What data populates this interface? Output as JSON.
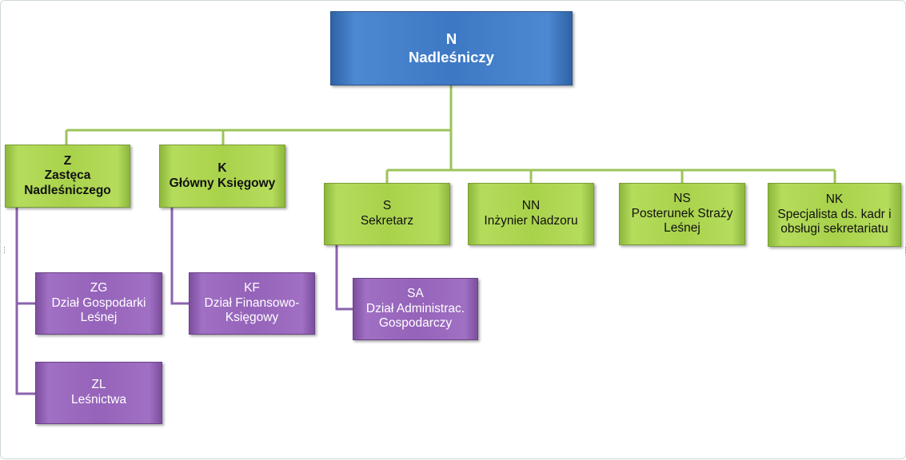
{
  "colors": {
    "connector_green": "#9cc45a",
    "connector_purple": "#8a63ad",
    "box_green": "#a9d24b",
    "box_purple": "#9563b9",
    "box_blue": "#3d78c4"
  },
  "nodes": {
    "N": {
      "code": "N",
      "name": "Nadleśniczy"
    },
    "Z": {
      "code": "Z",
      "name_line1": "Zastęca",
      "name_line2": "Nadleśniczego"
    },
    "K": {
      "code": "K",
      "name": "Główny Księgowy"
    },
    "S": {
      "code": "S",
      "name": "Sekretarz"
    },
    "NN": {
      "code": "NN",
      "name": "Inżynier Nadzoru"
    },
    "NS": {
      "code": "NS",
      "name_line1": "Posterunek Straży",
      "name_line2": "Leśnej"
    },
    "NK": {
      "code": "NK",
      "name_line1": "Specjalista ds. kadr i",
      "name_line2": "obsługi sekretariatu"
    },
    "ZG": {
      "code": "ZG",
      "name_line1": "Dział Gospodarki",
      "name_line2": "Leśnej"
    },
    "ZL": {
      "code": "ZL",
      "name": "Leśnictwa"
    },
    "KF": {
      "code": "KF",
      "name_line1": "Dział Finansowo-",
      "name_line2": "Księgowy"
    },
    "SA": {
      "code": "SA",
      "name_line1": "Dział Administrac.",
      "name_line2": "Gospodarczy"
    }
  }
}
